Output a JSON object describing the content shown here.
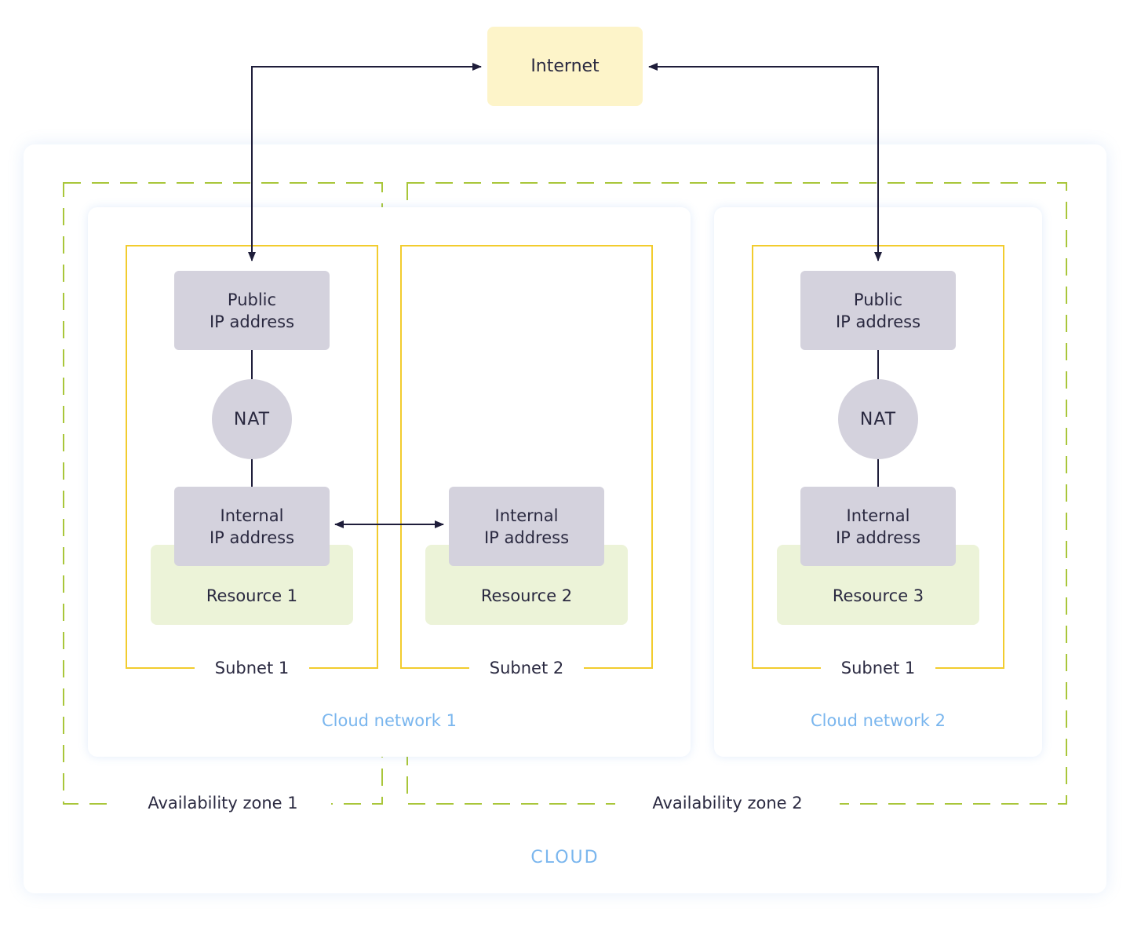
{
  "internet": {
    "label": "Internet"
  },
  "cloud": {
    "label": "CLOUD"
  },
  "zones": [
    {
      "label": "Availability zone 1"
    },
    {
      "label": "Availability zone 2"
    }
  ],
  "networks": [
    {
      "label": "Cloud network 1"
    },
    {
      "label": "Cloud network 2"
    }
  ],
  "subnets": [
    {
      "label": "Subnet 1",
      "public_ip": "Public\nIP address",
      "nat": "NAT",
      "internal_ip": "Internal\nIP address",
      "resource": "Resource 1"
    },
    {
      "label": "Subnet 2",
      "internal_ip": "Internal\nIP address",
      "resource": "Resource 2"
    },
    {
      "label": "Subnet 1",
      "public_ip": "Public\nIP address",
      "nat": "NAT",
      "internal_ip": "Internal\nIP address",
      "resource": "Resource 3"
    }
  ],
  "colors": {
    "zone_border": "#a9c63a",
    "subnet_border": "#f2cc2e",
    "box_fill": "#d4d2dd",
    "resource_fill": "#ecf3d8",
    "internet_fill": "#fdf4c9",
    "arrow": "#1e1d3a",
    "label_blue": "#7ab6ee"
  }
}
